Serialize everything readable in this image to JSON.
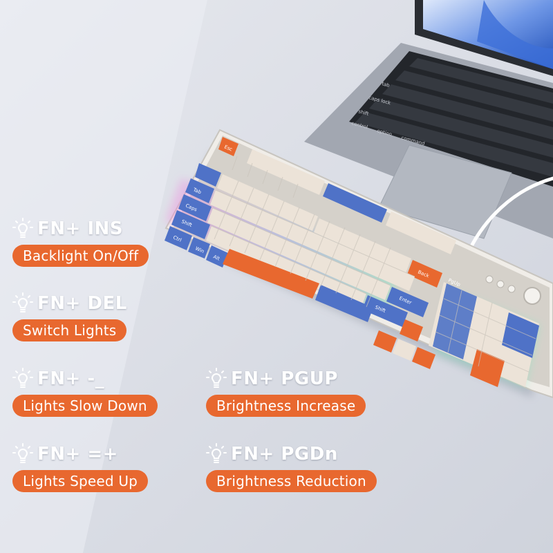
{
  "colors": {
    "accent_orange": "#e8682f",
    "key_blue": "#4f72c7",
    "key_cream": "#ece3d8",
    "label_white": "#ffffff",
    "background": "#dcdfe6"
  },
  "features": [
    {
      "combo": "FN+ INS",
      "function": "Backlight On/Off",
      "icon": "light-bulb-icon"
    },
    {
      "combo": "FN+ DEL",
      "function": "Switch Lights",
      "icon": "light-bulb-icon"
    },
    {
      "combo": "FN+ -_",
      "function": "Lights Slow Down",
      "icon": "light-bulb-icon"
    },
    {
      "combo": "FN+ PGUP",
      "function": "Brightness Increase",
      "icon": "light-bulb-icon"
    },
    {
      "combo": "FN+ =+",
      "function": "Lights Speed Up",
      "icon": "light-bulb-icon"
    },
    {
      "combo": "FN+ PGDn",
      "function": "Brightness Reduction",
      "icon": "light-bulb-icon"
    }
  ],
  "keycap_legends": {
    "esc": "Esc",
    "tab": "Tab",
    "caps": "Caps",
    "shift_left": "Shift",
    "ctrl": "Ctrl",
    "win": "Win",
    "alt": "Alt",
    "back": "Back",
    "enter": "Enter",
    "shift_right": "Shift",
    "pgup": "PgUp"
  },
  "laptop_keys": {
    "tab": "tab",
    "caps": "caps lock",
    "shift": "shift",
    "control": "control",
    "option": "option",
    "command": "command"
  }
}
